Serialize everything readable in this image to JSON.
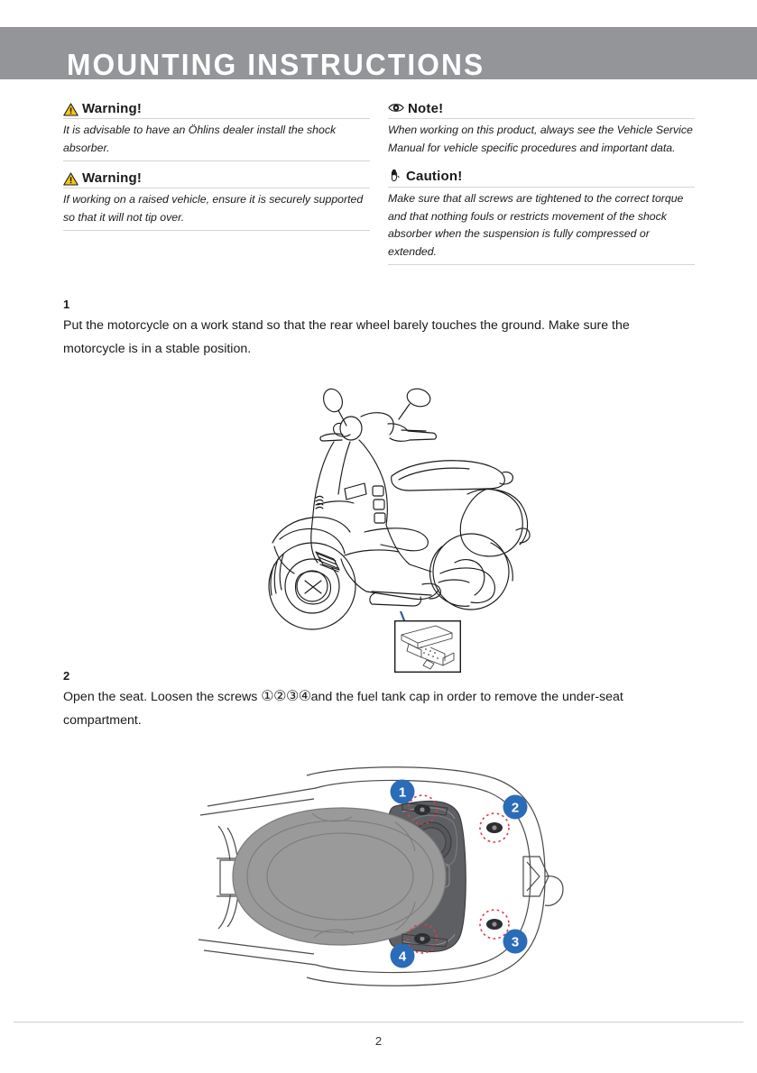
{
  "header": {
    "title": "MOUNTING INSTRUCTIONS",
    "band_color": "#939598",
    "title_color": "#ffffff"
  },
  "notices": {
    "left": [
      {
        "icon": "warning-triangle-icon",
        "label": "Warning!",
        "text": "It is advisable to have an Öhlins dealer install the shock absorber."
      },
      {
        "icon": "warning-triangle-icon",
        "label": "Warning!",
        "text": "If working on a raised vehicle, ensure it is securely supported so that it will not tip over."
      }
    ],
    "right": [
      {
        "icon": "eye-icon",
        "label": "Note!",
        "text": "When working on this product, always see the Vehicle Service Manual for vehicle specific procedures and important data."
      },
      {
        "icon": "hand-icon",
        "label": "Caution!",
        "text": "Make sure that all screws are tightened to the correct torque and that nothing fouls or restricts movement of the shock absorber when the suspension is fully compressed or extended."
      }
    ]
  },
  "steps": [
    {
      "number": "1",
      "text": " Put the motorcycle on a work stand so that the rear wheel barely touches the ground. Make sure the motorcycle is in a stable position."
    },
    {
      "number": "2",
      "text_before": " Open the seat. Loosen the screws ",
      "circled_numbers": "①②③④",
      "text_after": "and the fuel tank cap in order to remove the under-seat compartment."
    }
  ],
  "figures": {
    "scooter": {
      "name": "scooter-side-view-illustration",
      "callout": "work-stand-detail-box",
      "leader_color": "#2d5d96"
    },
    "seat": {
      "name": "under-seat-compartment-top-view",
      "markers": [
        {
          "label": "1"
        },
        {
          "label": "2"
        },
        {
          "label": "3"
        },
        {
          "label": "4"
        }
      ],
      "marker_color": "#2b6cb8",
      "highlight_color": "#e03a4a",
      "seat_fill": "#9a9a9a"
    }
  },
  "footer": {
    "page_number": "2"
  },
  "colors": {
    "warning_yellow": "#f5c518",
    "band_gray": "#939598",
    "rule_gray": "#d5d5d5"
  }
}
